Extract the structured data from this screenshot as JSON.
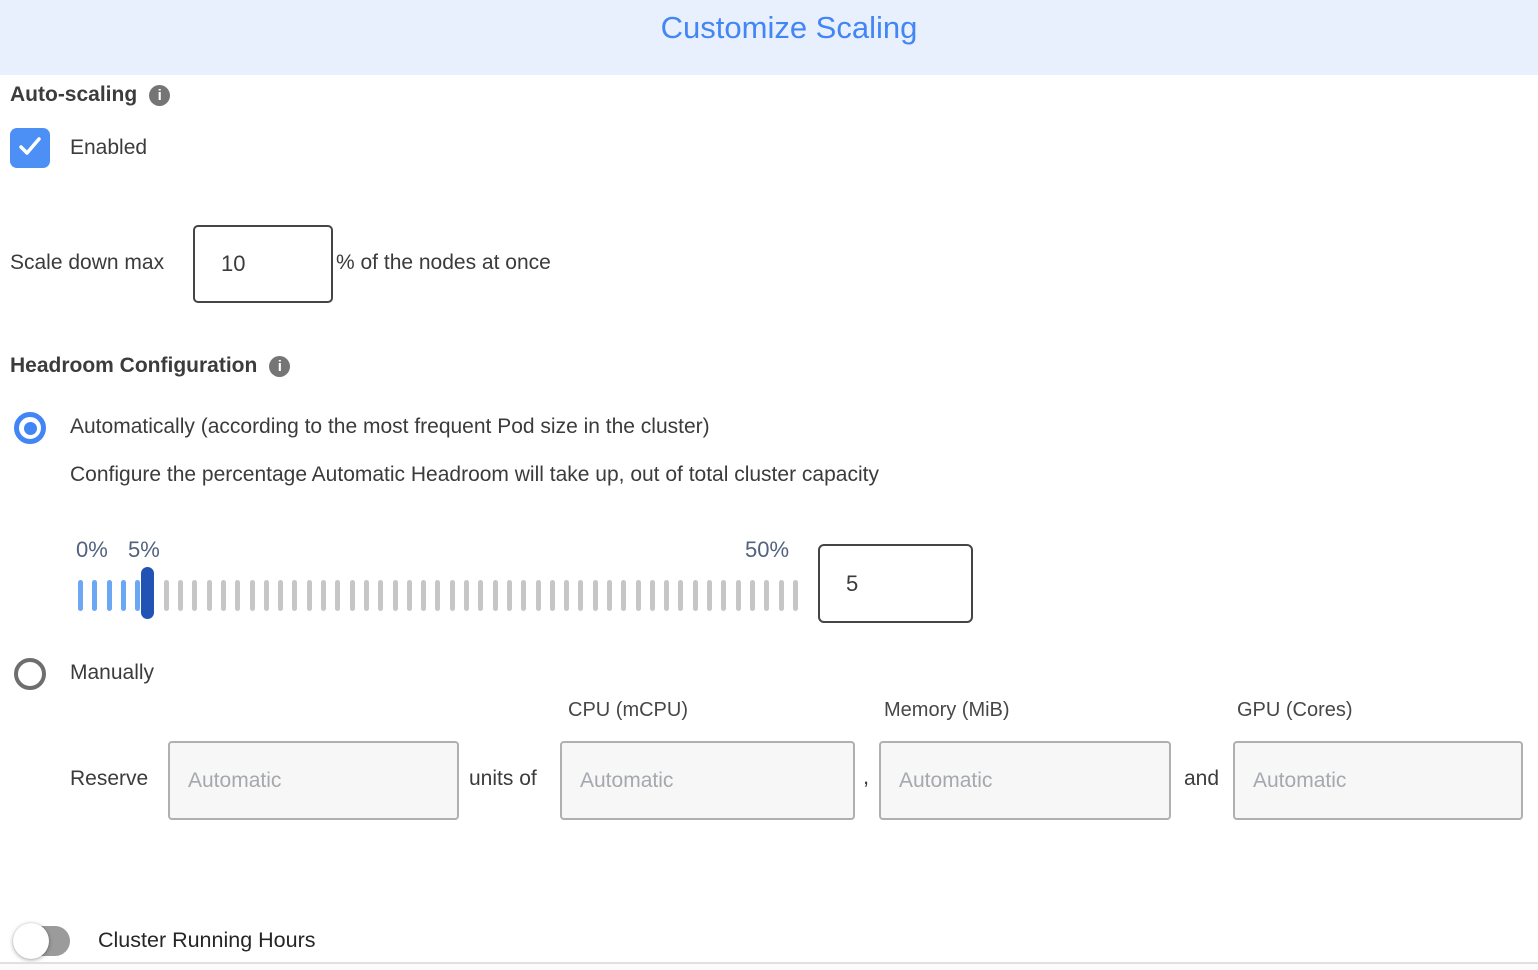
{
  "header": {
    "title": "Customize Scaling"
  },
  "auto_scaling": {
    "label": "Auto-scaling",
    "info_icon": "i",
    "checkbox_checked": true,
    "enabled_label": "Enabled"
  },
  "scale_down": {
    "prefix_label": "Scale down max",
    "value": "10",
    "suffix_label": "% of the nodes at once"
  },
  "headroom": {
    "label": "Headroom Configuration",
    "info_icon": "i",
    "auto_option_label": "Automatically (according to the most frequent Pod size in the cluster)",
    "auto_option_selected": true,
    "auto_description": "Configure the percentage Automatic Headroom will take up, out of total cluster capacity",
    "slider": {
      "min": 0,
      "max": 50,
      "value": 5,
      "min_label": "0%",
      "current_label": "5%",
      "max_label": "50%"
    },
    "value_input": "5",
    "manual_option_label": "Manually",
    "manual_option_selected": false
  },
  "manual_reserve": {
    "reserve_label": "Reserve",
    "units_of_label": "units of",
    "comma": ",",
    "and_label": "and",
    "column_headers": {
      "cpu": "CPU (mCPU)",
      "memory": "Memory (MiB)",
      "gpu": "GPU (Cores)"
    },
    "placeholders": {
      "count": "Automatic",
      "cpu": "Automatic",
      "memory": "Automatic",
      "gpu": "Automatic"
    }
  },
  "cluster_running_hours": {
    "label": "Cluster Running Hours",
    "toggle_on": false
  },
  "colors": {
    "header_background": "#e8f0fe",
    "title_blue": "#4285f4",
    "checkbox_blue": "#4d90f5",
    "radio_blue": "#4285f4",
    "slider_tick_active": "#6ba7f2",
    "slider_tick_inactive": "#c6c6c6",
    "slider_handle": "#2053b3",
    "slider_label_text": "#52627e",
    "info_icon_gray": "#757575",
    "toggle_track_gray": "#9b9b9b"
  }
}
